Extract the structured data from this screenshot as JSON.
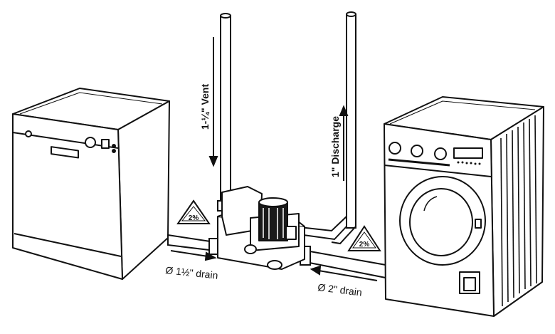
{
  "labels": {
    "vent": "1-¼\" Vent",
    "discharge": "1\" Discharge",
    "drain_small": "Ø 1½\" drain",
    "drain_large": "Ø 2\" drain",
    "slope_left": "2%",
    "slope_right": "2%"
  },
  "colors": {
    "line": "#111111",
    "fill": "#ffffff",
    "motor": "#1a1a1a"
  },
  "icons": {
    "slope": "warning-triangle-slope-icon",
    "flow": "arrow-icon"
  }
}
